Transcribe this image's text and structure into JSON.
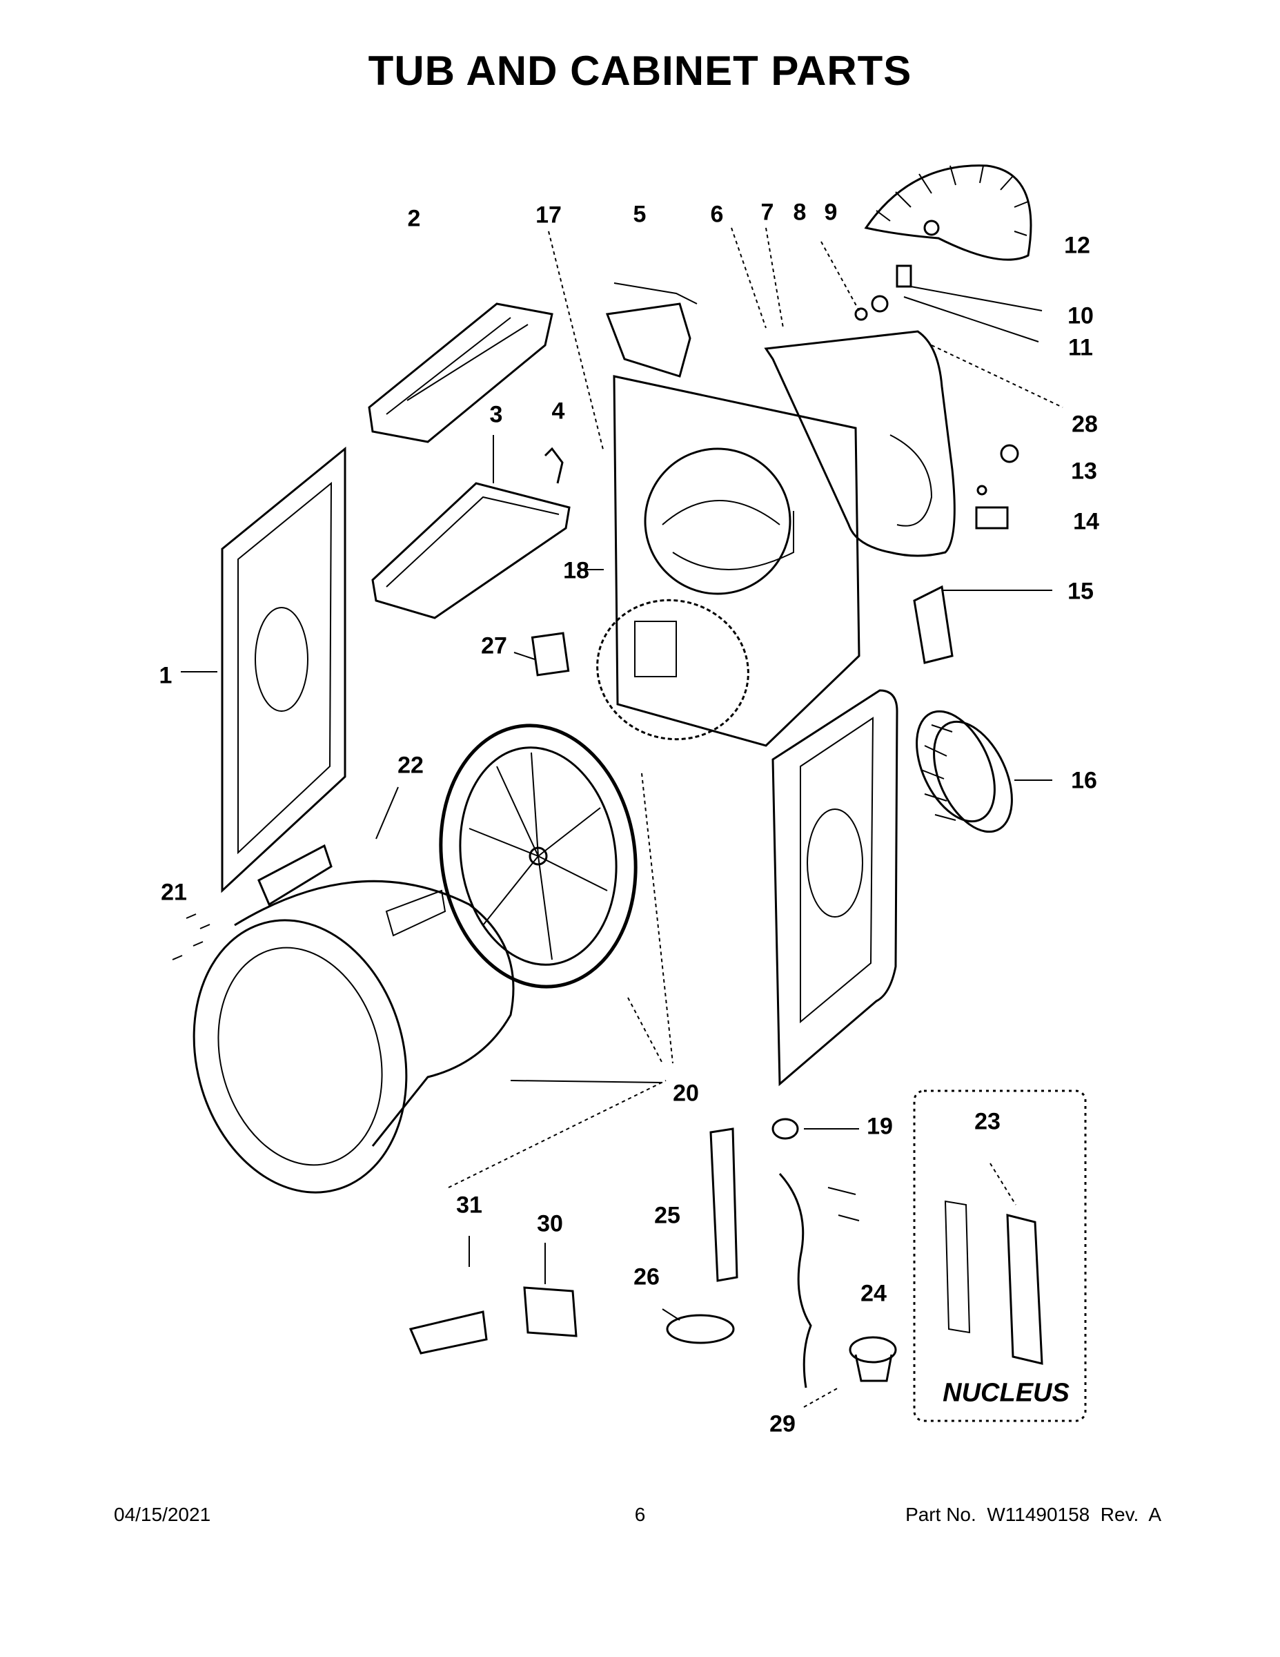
{
  "title": "TUB AND CABINET PARTS",
  "callouts": {
    "c1": "1",
    "c2": "2",
    "c3": "3",
    "c4": "4",
    "c5": "5",
    "c6": "6",
    "c7": "7",
    "c8": "8",
    "c9": "9",
    "c10": "10",
    "c11": "11",
    "c12": "12",
    "c13": "13",
    "c14": "14",
    "c15": "15",
    "c16": "16",
    "c17": "17",
    "c18": "18",
    "c19": "19",
    "c20": "20",
    "c21": "21",
    "c22": "22",
    "c23": "23",
    "c24": "24",
    "c25": "25",
    "c26": "26",
    "c27": "27",
    "c28": "28",
    "c29": "29",
    "c30": "30",
    "c31": "31"
  },
  "kit_label": "NUCLEUS",
  "footer": {
    "date": "04/15/2021",
    "page": "6",
    "part_no": "Part No.  W11490158  Rev.  A"
  }
}
